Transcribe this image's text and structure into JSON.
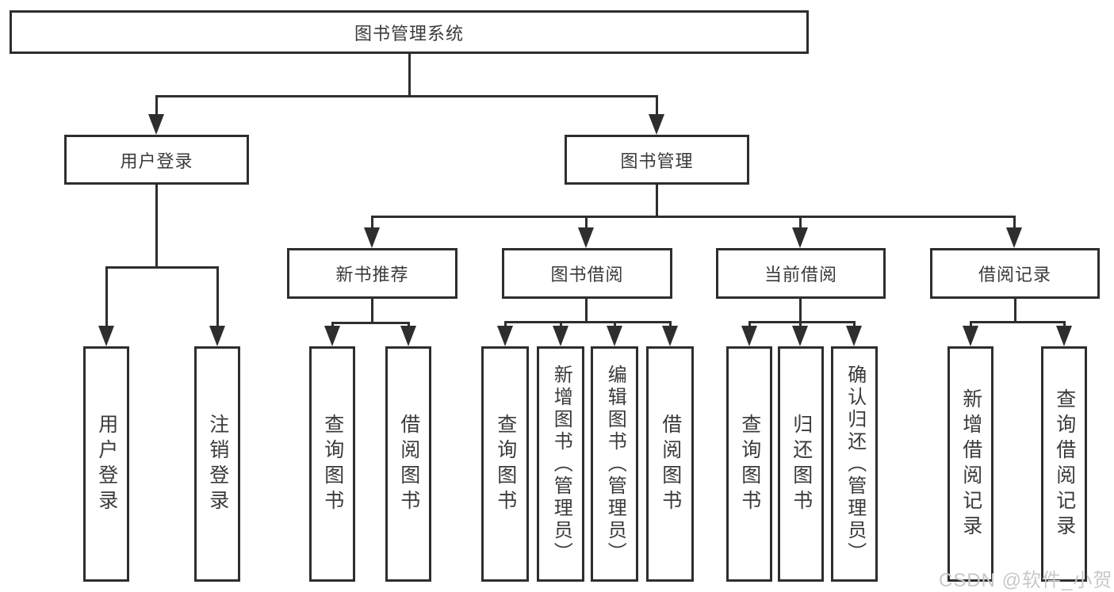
{
  "diagram": {
    "root": {
      "label": "图书管理系统",
      "children": [
        {
          "label": "用户登录",
          "children": [
            {
              "label": "用户登录"
            },
            {
              "label": "注销登录"
            }
          ]
        },
        {
          "label": "图书管理",
          "children": [
            {
              "label": "新书推荐",
              "children": [
                {
                  "label": "查询图书"
                },
                {
                  "label": "借阅图书"
                }
              ]
            },
            {
              "label": "图书借阅",
              "children": [
                {
                  "label": "查询图书"
                },
                {
                  "label": "新增图书（管理员）"
                },
                {
                  "label": "编辑图书（管理员）"
                },
                {
                  "label": "借阅图书"
                }
              ]
            },
            {
              "label": "当前借阅",
              "children": [
                {
                  "label": "查询图书"
                },
                {
                  "label": "归还图书"
                },
                {
                  "label": "确认归还（管理员）"
                }
              ]
            },
            {
              "label": "借阅记录",
              "children": [
                {
                  "label": "新增借阅记录"
                },
                {
                  "label": "查询借阅记录"
                }
              ]
            }
          ]
        }
      ]
    }
  },
  "watermark": {
    "text": "CSDN @软件_小贺同学"
  },
  "colors": {
    "line": "#2e2e2e",
    "text": "#3a3a3a",
    "background": "#ffffff",
    "watermark": "#c8c8c8"
  }
}
